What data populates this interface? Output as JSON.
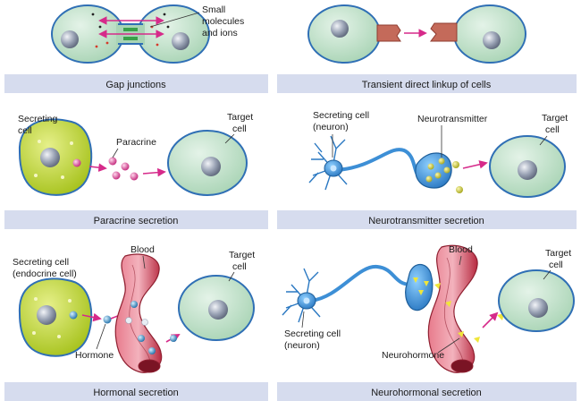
{
  "panels": {
    "gap": {
      "caption": "Gap junctions",
      "label": [
        "Small",
        "molecules",
        "and ions"
      ]
    },
    "linkup": {
      "caption": "Transient direct linkup of cells"
    },
    "paracrine": {
      "caption": "Paracrine secretion",
      "secreting": [
        "Secreting",
        "cell"
      ],
      "target": [
        "Target",
        "cell"
      ],
      "messenger": "Paracrine"
    },
    "neurotransmitter": {
      "caption": "Neurotransmitter secretion",
      "secreting": [
        "Secreting cell",
        "(neuron)"
      ],
      "messenger": "Neurotransmitter",
      "target": [
        "Target",
        "cell"
      ]
    },
    "hormonal": {
      "caption": "Hormonal secretion",
      "secreting": [
        "Secreting cell",
        "(endocrine cell)"
      ],
      "blood": "Blood",
      "target": [
        "Target",
        "cell"
      ],
      "messenger": "Hormone"
    },
    "neurohormonal": {
      "caption": "Neurohormonal secretion",
      "blood": "Blood",
      "target": [
        "Target",
        "cell"
      ],
      "secreting": [
        "Secreting cell",
        "(neuron)"
      ],
      "messenger": "Neurohormone"
    }
  },
  "colors": {
    "cell_fill": "#bfe0c8",
    "cell_stroke": "#2f6fb5",
    "nucleus": "#8a93a6",
    "secreting_cell": "#b8d12a",
    "neuron": "#3d8fd6",
    "vessel": "#c9344a",
    "arrow": "#d62a8a",
    "caption_bar": "#d6dcee",
    "receptor": "#f0e63a"
  }
}
